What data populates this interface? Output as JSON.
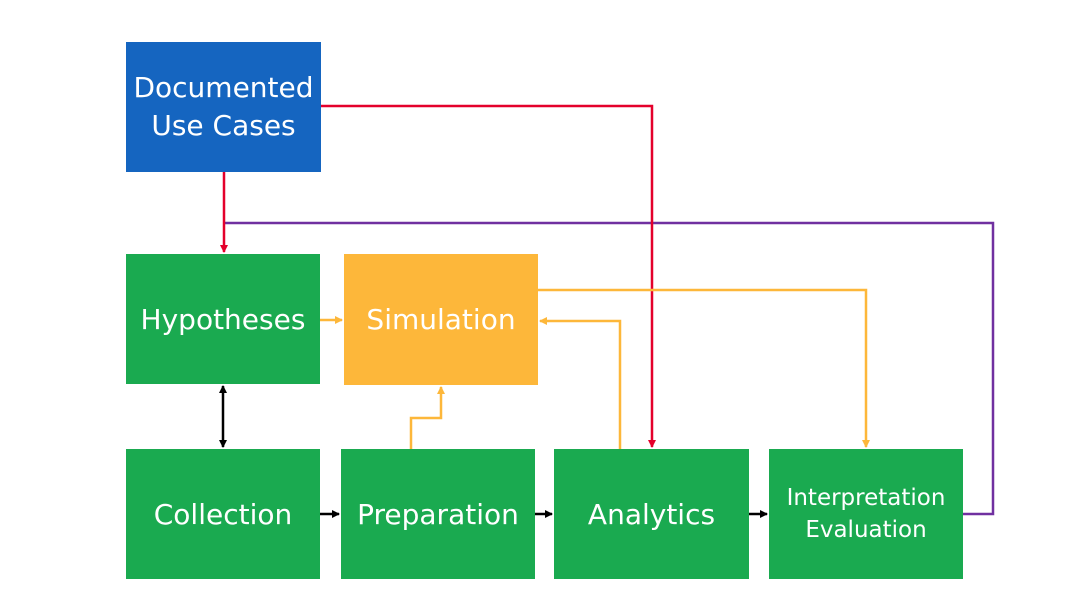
{
  "diagram": {
    "nodes": {
      "documented_use_cases": {
        "label": "Documented\nUse Cases",
        "color": "#1565c0"
      },
      "hypotheses": {
        "label": "Hypotheses",
        "color": "#1aaa50"
      },
      "simulation": {
        "label": "Simulation",
        "color": "#fdb73a"
      },
      "collection": {
        "label": "Collection",
        "color": "#1aaa50"
      },
      "preparation": {
        "label": "Preparation",
        "color": "#1aaa50"
      },
      "analytics": {
        "label": "Analytics",
        "color": "#1aaa50"
      },
      "interpretation_evaluation": {
        "label": "Interpretation\nEvaluation",
        "color": "#1aaa50"
      }
    },
    "edges": [
      {
        "from": "documented_use_cases",
        "to": "hypotheses",
        "color": "#e4002b"
      },
      {
        "from": "documented_use_cases",
        "to": "analytics",
        "color": "#e4002b"
      },
      {
        "from": "interpretation_evaluation",
        "to": "hypotheses",
        "color": "#7030a0"
      },
      {
        "from": "hypotheses",
        "to": "simulation",
        "color": "#fdb73a"
      },
      {
        "from": "simulation",
        "to": "interpretation_evaluation",
        "color": "#fdb73a"
      },
      {
        "from": "analytics",
        "to": "simulation",
        "color": "#fdb73a"
      },
      {
        "from": "preparation",
        "to": "simulation",
        "color": "#fdb73a"
      },
      {
        "from": "hypotheses",
        "to": "collection",
        "color": "#000000",
        "bidirectional": true
      },
      {
        "from": "collection",
        "to": "preparation",
        "color": "#000000"
      },
      {
        "from": "preparation",
        "to": "analytics",
        "color": "#000000"
      },
      {
        "from": "analytics",
        "to": "interpretation_evaluation",
        "color": "#000000"
      }
    ]
  }
}
